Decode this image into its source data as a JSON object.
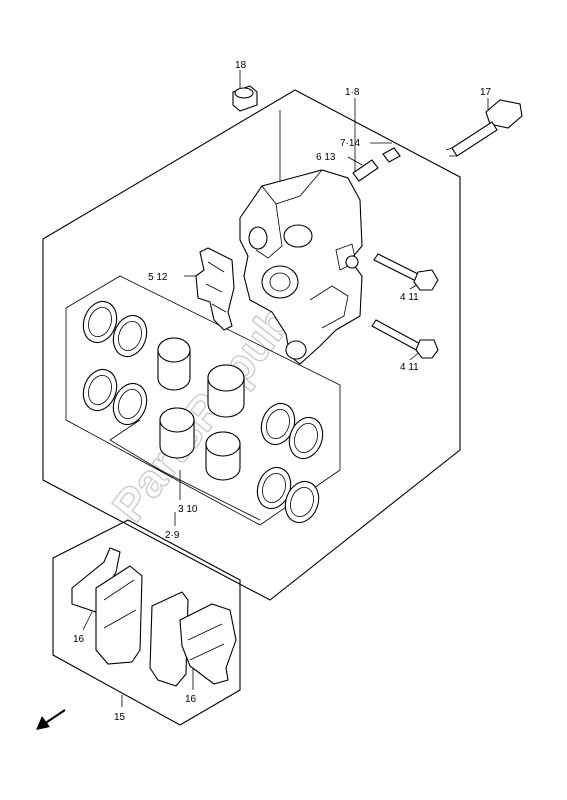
{
  "watermark": "PartsRepublik",
  "callouts": {
    "c18": "18",
    "c1_8": "1·8",
    "c17": "17",
    "c7_14": "7·14",
    "c6_13": "6 13",
    "c5_12": "5 12",
    "c4_11a": "4 11",
    "c4_11b": "4 11",
    "c3_10": "3 10",
    "c2_9": "2·9",
    "c16a": "16",
    "c16b": "16",
    "c15": "15"
  },
  "icons": {
    "direction": "front-arrow-icon"
  }
}
